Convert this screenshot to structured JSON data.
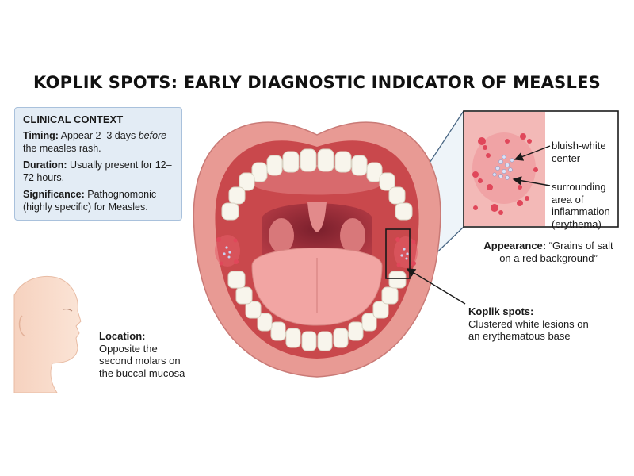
{
  "title": "KOPLIK SPOTS: EARLY DIAGNOSTIC INDICATOR OF MEASLES",
  "clinical_context": {
    "heading": "CLINICAL CONTEXT",
    "timing_label": "Timing:",
    "timing_text_1": " Appear 2–3 days ",
    "timing_emph": "before",
    "timing_text_2": " the measles rash.",
    "duration_label": "Duration:",
    "duration_text": " Usually present for 12–72 hours.",
    "significance_label": "Significance:",
    "significance_text": " Pathognomonic (highly specific) for Measles."
  },
  "location": {
    "label": "Location:",
    "line1": "Opposite the",
    "line2": "second molars on",
    "line3": "the buccal mucosa"
  },
  "inset": {
    "center_line1": "bluish-white",
    "center_line2": "center",
    "inflam_line1": "surrounding",
    "inflam_line2": "area of",
    "inflam_line3": "inflammation",
    "inflam_line4": "(erythema)"
  },
  "appearance": {
    "label": "Appearance:",
    "line1": " “Grains of salt",
    "line2": "on a red background”"
  },
  "koplik": {
    "label": "Koplik spots:",
    "line1": "Clustered white lesions on",
    "line2": "an erythematous base"
  },
  "colors": {
    "lip": "#e89a94",
    "mouth_interior": "#c9484c",
    "tongue": "#f2a5a3",
    "teeth": "#f8f5ec",
    "box_fill": "#e3ecf5",
    "box_border": "#a9c1dc",
    "lesion_red": "#e0475a",
    "skin": "#f8dccb"
  }
}
